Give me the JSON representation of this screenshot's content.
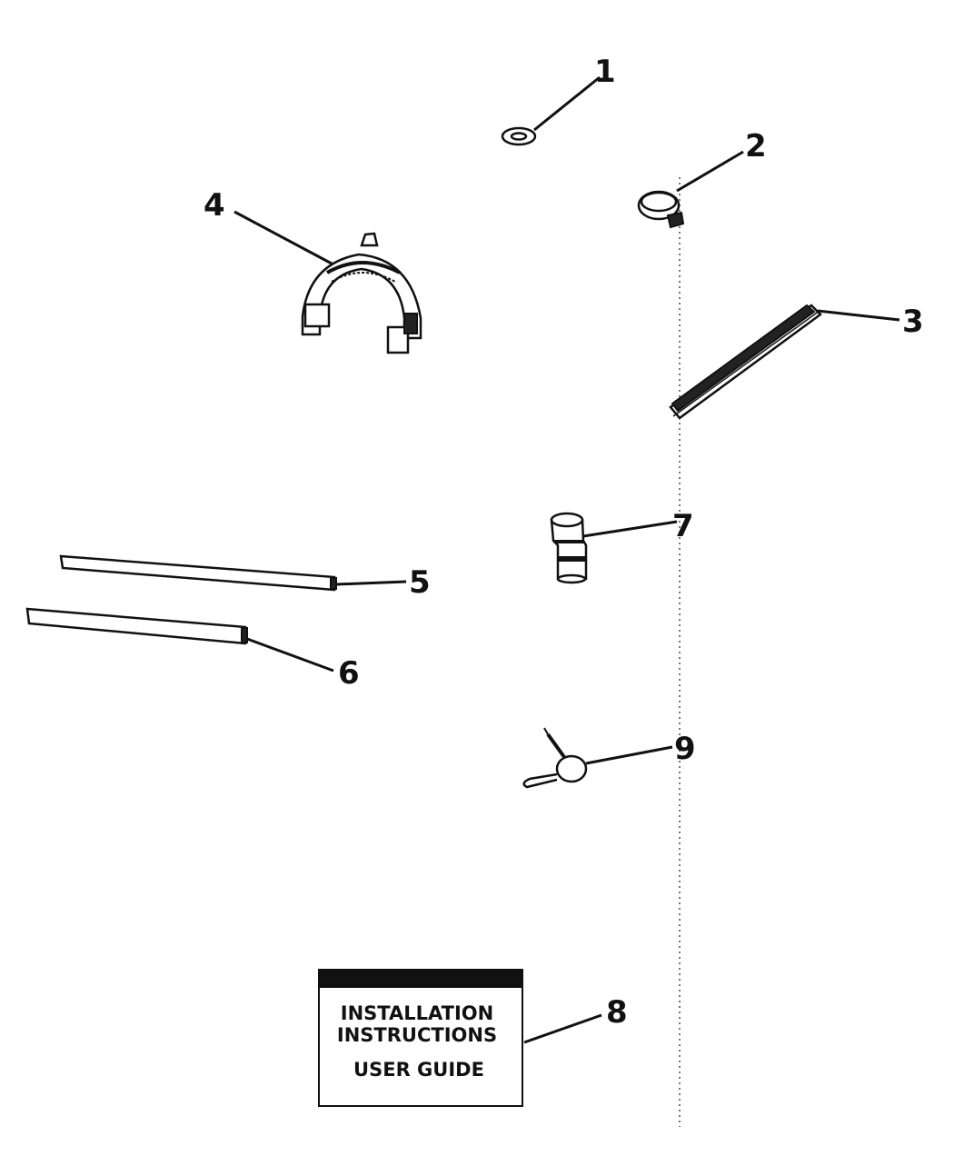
{
  "parts": [
    {
      "number": "1",
      "name": "washer"
    },
    {
      "number": "2",
      "name": "hose clamp"
    },
    {
      "number": "3",
      "name": "brush strip"
    },
    {
      "number": "4",
      "name": "hose guide"
    },
    {
      "number": "5",
      "name": "rod"
    },
    {
      "number": "6",
      "name": "rod"
    },
    {
      "number": "7",
      "name": "hose adapter"
    },
    {
      "number": "8",
      "name": "manual"
    },
    {
      "number": "9",
      "name": "retaining ring"
    }
  ],
  "manual": {
    "line1": "INSTALLATION",
    "line2": "INSTRUCTIONS",
    "line3": "USER GUIDE"
  },
  "colors": {
    "ink": "#111111",
    "background": "#ffffff"
  }
}
